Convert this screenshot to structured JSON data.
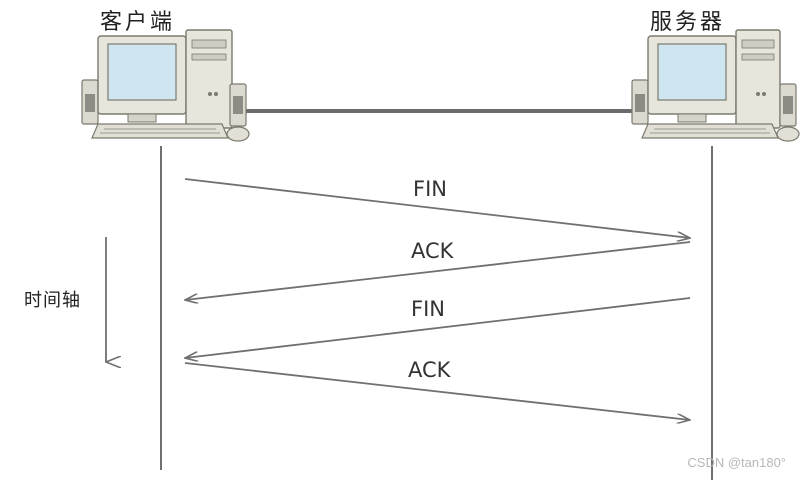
{
  "nodes": {
    "client": "客户端",
    "server": "服务器"
  },
  "time_axis_label": "时间轴",
  "messages": [
    {
      "label": "FIN",
      "from": "client",
      "to": "server"
    },
    {
      "label": "ACK",
      "from": "server",
      "to": "client"
    },
    {
      "label": "FIN",
      "from": "server",
      "to": "client"
    },
    {
      "label": "ACK",
      "from": "client",
      "to": "server"
    }
  ],
  "watermark": "CSDN @tan180°",
  "colors": {
    "line": "#707070",
    "monitor_body": "#e8e6dc",
    "screen": "#cfe6f0",
    "screen_border": "#7a7a6e"
  }
}
